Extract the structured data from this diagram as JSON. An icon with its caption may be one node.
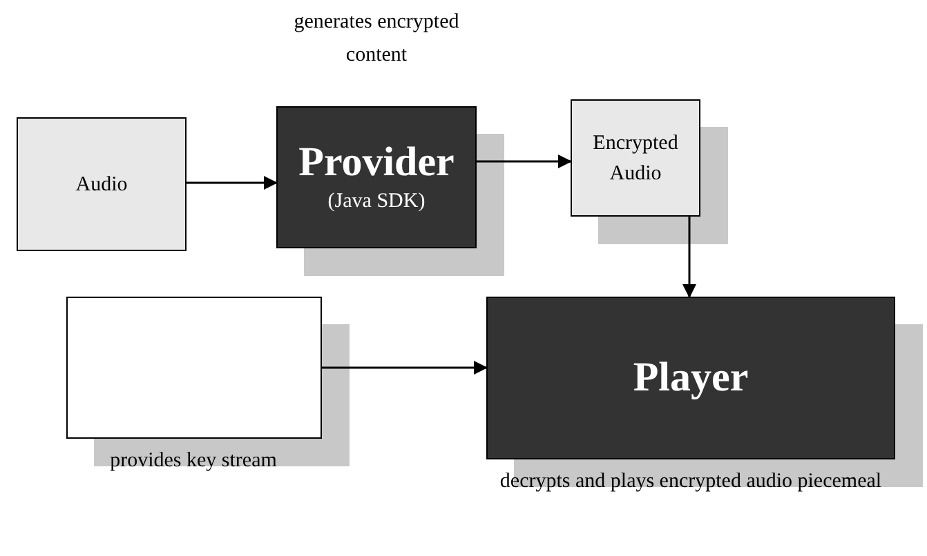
{
  "diagram": {
    "nodes": [
      {
        "text": [
          "Audio"
        ]
      },
      {
        "text": [
          "Provider",
          "(Java SDK)"
        ],
        "beside": [
          "generates encrypted content"
        ]
      },
      {
        "text": [
          "Encrypted Audio"
        ]
      },
      {
        "text": [],
        "shape": "box",
        "beside": [
          "provides key stream"
        ]
      },
      {
        "text": [
          "Player"
        ],
        "beside": [
          "decrypts and plays encrypted audio piecemeal"
        ]
      }
    ],
    "edges": [
      {
        "from": 0,
        "to": 1,
        "arrow": "to"
      },
      {
        "from": 1,
        "to": 2,
        "arrow": "to"
      },
      {
        "from": 2,
        "to": 4,
        "arrow": "to"
      },
      {
        "from": 3,
        "to": 4,
        "arrow": "to"
      }
    ]
  }
}
